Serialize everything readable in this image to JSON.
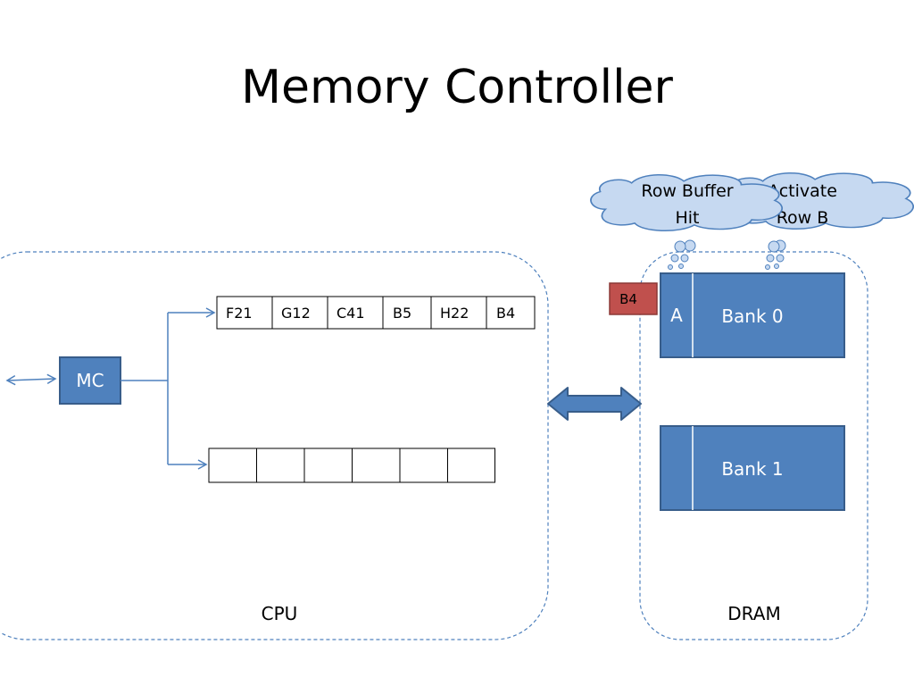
{
  "title": "Memory Controller",
  "cpu": {
    "label": "CPU",
    "mc_label": "MC",
    "queue_top": [
      "F21",
      "G12",
      "C41",
      "B5",
      "H22",
      "B4"
    ],
    "queue_bottom": [
      "",
      "",
      "",
      "",
      "",
      ""
    ]
  },
  "dram": {
    "label": "DRAM",
    "incoming_request": "B4",
    "banks": [
      {
        "name": "Bank 0",
        "open_row": "A"
      },
      {
        "name": "Bank 1",
        "open_row": ""
      }
    ]
  },
  "clouds": [
    {
      "line1": "Activate",
      "line2": "Row B"
    },
    {
      "line1": "Row Buffer",
      "line2": "Hit"
    }
  ],
  "colors": {
    "box_fill": "#4f81bd",
    "box_stroke": "#385d8a",
    "request_fill": "#c0504d",
    "request_stroke": "#8c3836",
    "dashed_border": "#4f81bd",
    "connector": "#4f81bd",
    "cloud_fill": "#c6d9f1",
    "cloud_stroke": "#4f81bd"
  }
}
